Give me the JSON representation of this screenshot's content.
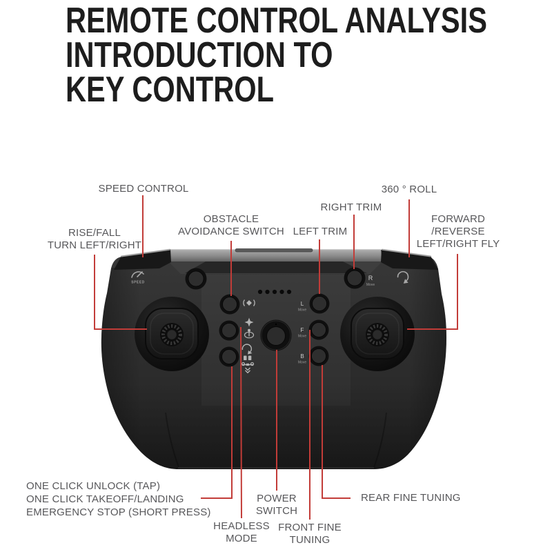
{
  "title": {
    "line1": "REMOTE CONTROL ANALYSIS",
    "line2": "INTRODUCTION TO",
    "line3": "KEY CONTROL"
  },
  "callouts": {
    "speed_control": {
      "label": "SPEED CONTROL"
    },
    "rise_fall": {
      "line1": "RISE/FALL",
      "line2": "TURN LEFT/RIGHT"
    },
    "obstacle": {
      "line1": "OBSTACLE",
      "line2": "AVOIDANCE SWITCH"
    },
    "right_trim": {
      "label": "RIGHT TRIM"
    },
    "left_trim": {
      "label": "LEFT TRIM"
    },
    "roll_360": {
      "label": "360 ° ROLL"
    },
    "forward_reverse": {
      "line1": "FORWARD",
      "line2": "/REVERSE",
      "line3": "LEFT/RIGHT FLY"
    },
    "one_click": {
      "line1": "ONE CLICK UNLOCK (TAP)",
      "line2": "ONE CLICK TAKEOFF/LANDING",
      "line3": "EMERGENCY STOP (SHORT PRESS)"
    },
    "power_switch": {
      "line1": "POWER",
      "line2": "SWITCH"
    },
    "headless_mode": {
      "line1": "HEADLESS",
      "line2": "MODE"
    },
    "front_fine_tuning": {
      "line1": "FRONT FINE",
      "line2": "TUNING"
    },
    "rear_fine_tuning": {
      "label": "REAR FINE TUNING"
    }
  },
  "device": {
    "left_trim_button": {
      "letter": "L",
      "sub": "Move"
    },
    "front_trim_button": {
      "letter": "F",
      "sub": "Move"
    },
    "back_trim_button": {
      "letter": "B",
      "sub": "Move"
    },
    "right_trim_button": {
      "letter": "R",
      "sub": "Move"
    },
    "speed_icon_label": "SPEED",
    "led_dot_count": 5
  },
  "icons": {
    "speedometer-icon": "◠",
    "roll-360-icon": "↺",
    "obstacle-sensor-icon": "(◆)",
    "light-icon": "✦",
    "headless-gyro-icon": "⊕",
    "flip-icon": "↻",
    "photo-video-icon": "▪▪",
    "landing-icon": "↧"
  },
  "colors": {
    "background": "#ffffff",
    "accent_red": "#c23c38",
    "body_dark": "#2d2d2d",
    "top_bar_gray": "#8f8f8f",
    "label_gray": "#57575a",
    "title_black": "#1d1d1d"
  }
}
